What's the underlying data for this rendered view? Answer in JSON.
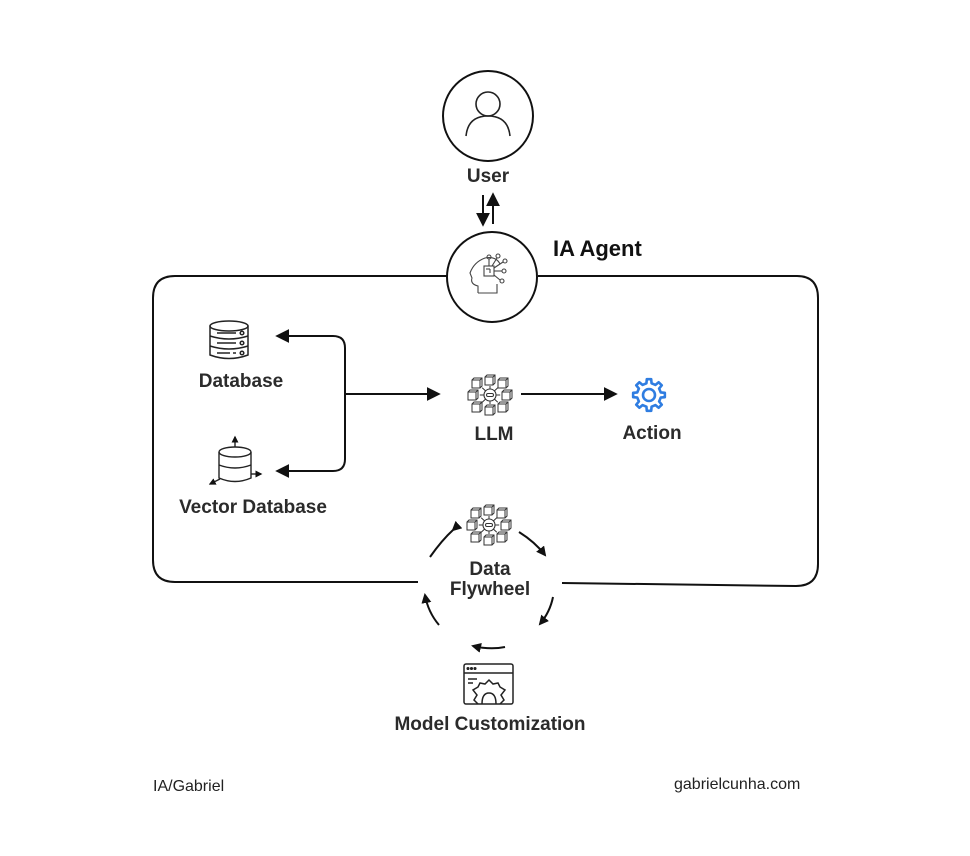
{
  "diagram": {
    "title": "IA Agent",
    "nodes": {
      "user": {
        "label": "User",
        "icon": "user-icon"
      },
      "agent": {
        "label": "IA Agent",
        "icon": "ai-head-icon"
      },
      "database": {
        "label": "Database",
        "icon": "database-icon"
      },
      "vector_database": {
        "label": "Vector Database",
        "icon": "vector-database-icon"
      },
      "llm": {
        "label": "LLM",
        "icon": "network-cubes-icon"
      },
      "action": {
        "label": "Action",
        "icon": "gear-icon"
      },
      "data_flywheel": {
        "label_line1": "Data",
        "label_line2": "Flywheel",
        "icon": "network-cubes-icon"
      },
      "model_customization": {
        "label": "Model Customization",
        "icon": "window-gear-icon"
      }
    },
    "edges": [
      {
        "from": "user",
        "to": "agent"
      },
      {
        "from": "agent",
        "to": "user"
      },
      {
        "from": "llm",
        "to": "database"
      },
      {
        "from": "llm",
        "to": "vector_database"
      },
      {
        "from": "database",
        "to": "llm"
      },
      {
        "from": "llm",
        "to": "action"
      },
      {
        "from": "data_flywheel",
        "to": "data_flywheel",
        "type": "cycle"
      }
    ],
    "colors": {
      "accent": "#2f7de1",
      "stroke": "#111111",
      "text": "#2b2b2b"
    }
  },
  "footer": {
    "left": "IA/Gabriel",
    "right": "gabrielcunha.com"
  }
}
